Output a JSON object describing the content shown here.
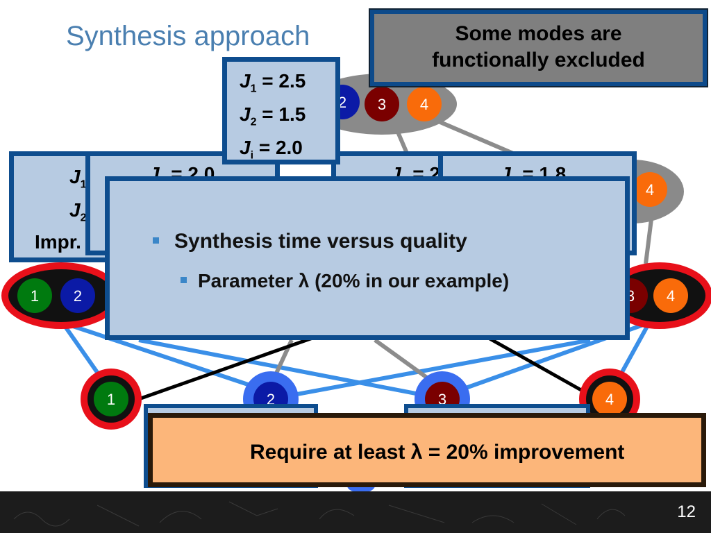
{
  "slide": {
    "title": "Synthesis approach",
    "page_number": "12"
  },
  "callout_top": {
    "line1": "Some modes are",
    "line2": "functionally excluded"
  },
  "top_cost_box": {
    "j1": "= 2.5",
    "j2": "= 1.5",
    "j3": "= 2.0"
  },
  "partial_boxes": {
    "box1_line1": "J",
    "box1_line2": "J",
    "box1_line3": "Impr.",
    "box2_line1": "= 2.0",
    "box3_line1": "= 2",
    "box4_line1": "= 1.8"
  },
  "main_box": {
    "bullet1": "Synthesis time versus quality",
    "bullet2": "Parameter λ (20% in our example)"
  },
  "bottom_callout": {
    "text": "Require at least λ = 20% improvement"
  },
  "nodes": {
    "top": [
      "2",
      "3",
      "4"
    ],
    "mid_left": [
      "1",
      "2"
    ],
    "mid_right_top": [
      "4"
    ],
    "mid_right": [
      "3",
      "4"
    ],
    "bottom": [
      "1",
      "2",
      "3",
      "4"
    ]
  },
  "colors": {
    "green": "#007a0f",
    "blue": "#0b1aa6",
    "darkred": "#7a0000",
    "orange": "#f96b0a",
    "red_ring": "#e8101a",
    "blue_ring": "#3a6df0",
    "gray_ellipse": "#8a8a8a",
    "edge_blue": "#3a8fe8",
    "edge_gray": "#8c8c8c"
  }
}
